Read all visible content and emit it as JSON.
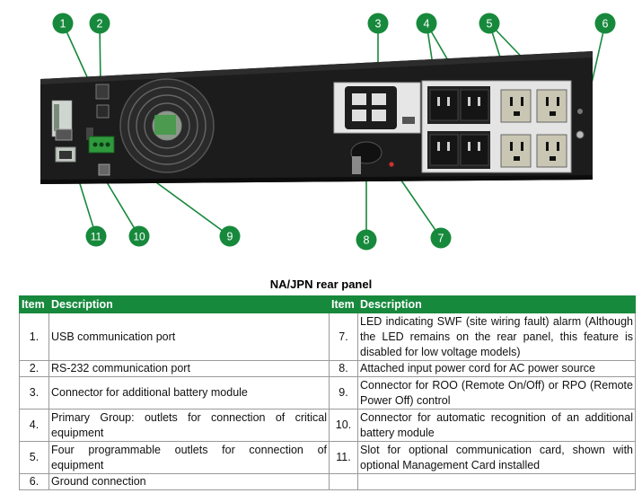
{
  "callouts": [
    "1",
    "2",
    "3",
    "4",
    "5",
    "6",
    "7",
    "8",
    "9",
    "10",
    "11"
  ],
  "caption": "NA/JPN rear panel",
  "table": {
    "headers": [
      "Item",
      "Description",
      "Item",
      "Description"
    ],
    "rows": [
      {
        "l_item": "1.",
        "l_desc": "USB communication port",
        "r_item": "7.",
        "r_desc": "LED indicating SWF (site wiring fault) alarm (Although the LED remains on the rear panel, this feature is disabled for low voltage models)"
      },
      {
        "l_item": "2.",
        "l_desc": "RS-232 communication port",
        "r_item": "8.",
        "r_desc": "Attached input power cord for AC power source"
      },
      {
        "l_item": "3.",
        "l_desc": "Connector for additional battery module",
        "r_item": "9.",
        "r_desc": "Connector for ROO (Remote On/Off) or RPO (Remote Power Off) control"
      },
      {
        "l_item": "4.",
        "l_desc": "Primary Group: outlets for connection of critical equipment",
        "r_item": "10.",
        "r_desc": "Connector for automatic recognition of an additional battery module"
      },
      {
        "l_item": "5.",
        "l_desc": "Four programmable outlets for connection of equipment",
        "r_item": "11.",
        "r_desc": "Slot for optional communication card, shown with optional Management Card installed"
      },
      {
        "l_item": "6.",
        "l_desc": "Ground connection",
        "r_item": "",
        "r_desc": ""
      }
    ]
  },
  "colors": {
    "accent": "#17893c",
    "chassis": "#1c1c1c"
  }
}
